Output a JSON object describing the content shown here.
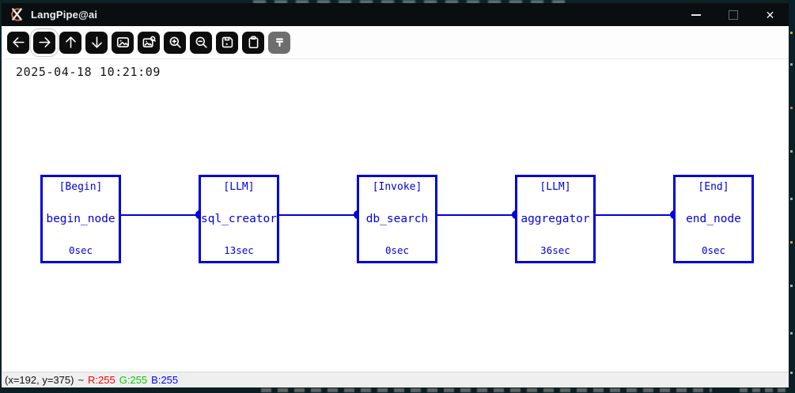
{
  "window": {
    "title": "LangPipe@ai",
    "controls": {
      "minimize": "minimize",
      "maximize": "maximize",
      "close": "✕"
    }
  },
  "toolbar": {
    "selected_index": 1,
    "icons": [
      "arrow-left",
      "arrow-right",
      "arrow-up",
      "arrow-down",
      "image",
      "image-search",
      "zoom-in",
      "zoom-out",
      "save",
      "clipboard",
      "paint-brush"
    ]
  },
  "canvas": {
    "timestamp": "2025-04-18 10:21:09",
    "node_color": "#0000dd",
    "nodes": [
      {
        "type": "[Begin]",
        "name": "begin_node",
        "time": "0sec"
      },
      {
        "type": "[LLM]",
        "name": "sql_creator",
        "time": "13sec"
      },
      {
        "type": "[Invoke]",
        "name": "db_search",
        "time": "0sec"
      },
      {
        "type": "[LLM]",
        "name": "aggregator",
        "time": "36sec"
      },
      {
        "type": "[End]",
        "name": "end_node",
        "time": "0sec"
      }
    ]
  },
  "statusbar": {
    "coords": "(x=192, y=375)",
    "tilde": "~",
    "r": "R:255",
    "g": "G:255",
    "b": "B:255",
    "colors": {
      "r": "#ff0000",
      "g": "#00cc00",
      "b": "#0000ff"
    }
  }
}
